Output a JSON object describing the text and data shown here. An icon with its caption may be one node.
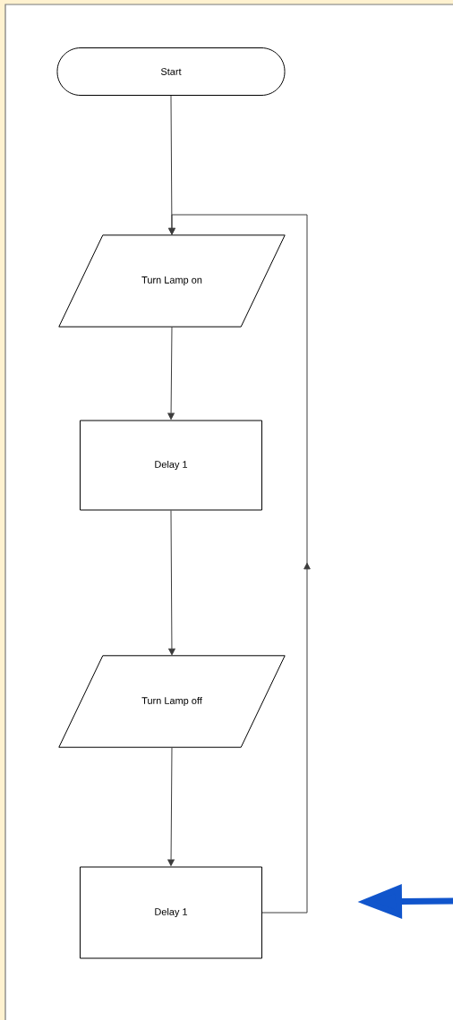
{
  "diagram": {
    "nodes": [
      {
        "text": [
          "Start"
        ]
      },
      {
        "text": [
          "Turn Lamp on"
        ]
      },
      {
        "text": [
          "Delay 1"
        ]
      },
      {
        "text": [
          "Turn Lamp off"
        ]
      },
      {
        "text": [
          "Delay 1"
        ]
      }
    ],
    "edges": [
      {
        "from": 0,
        "to": 1,
        "arrow": "to"
      },
      {
        "from": 1,
        "to": 2,
        "arrow": "to"
      },
      {
        "from": 2,
        "to": 3,
        "arrow": "to"
      },
      {
        "from": 3,
        "to": 4,
        "arrow": "to"
      },
      {
        "from": 4,
        "to": 1,
        "arrow": "to"
      }
    ]
  }
}
